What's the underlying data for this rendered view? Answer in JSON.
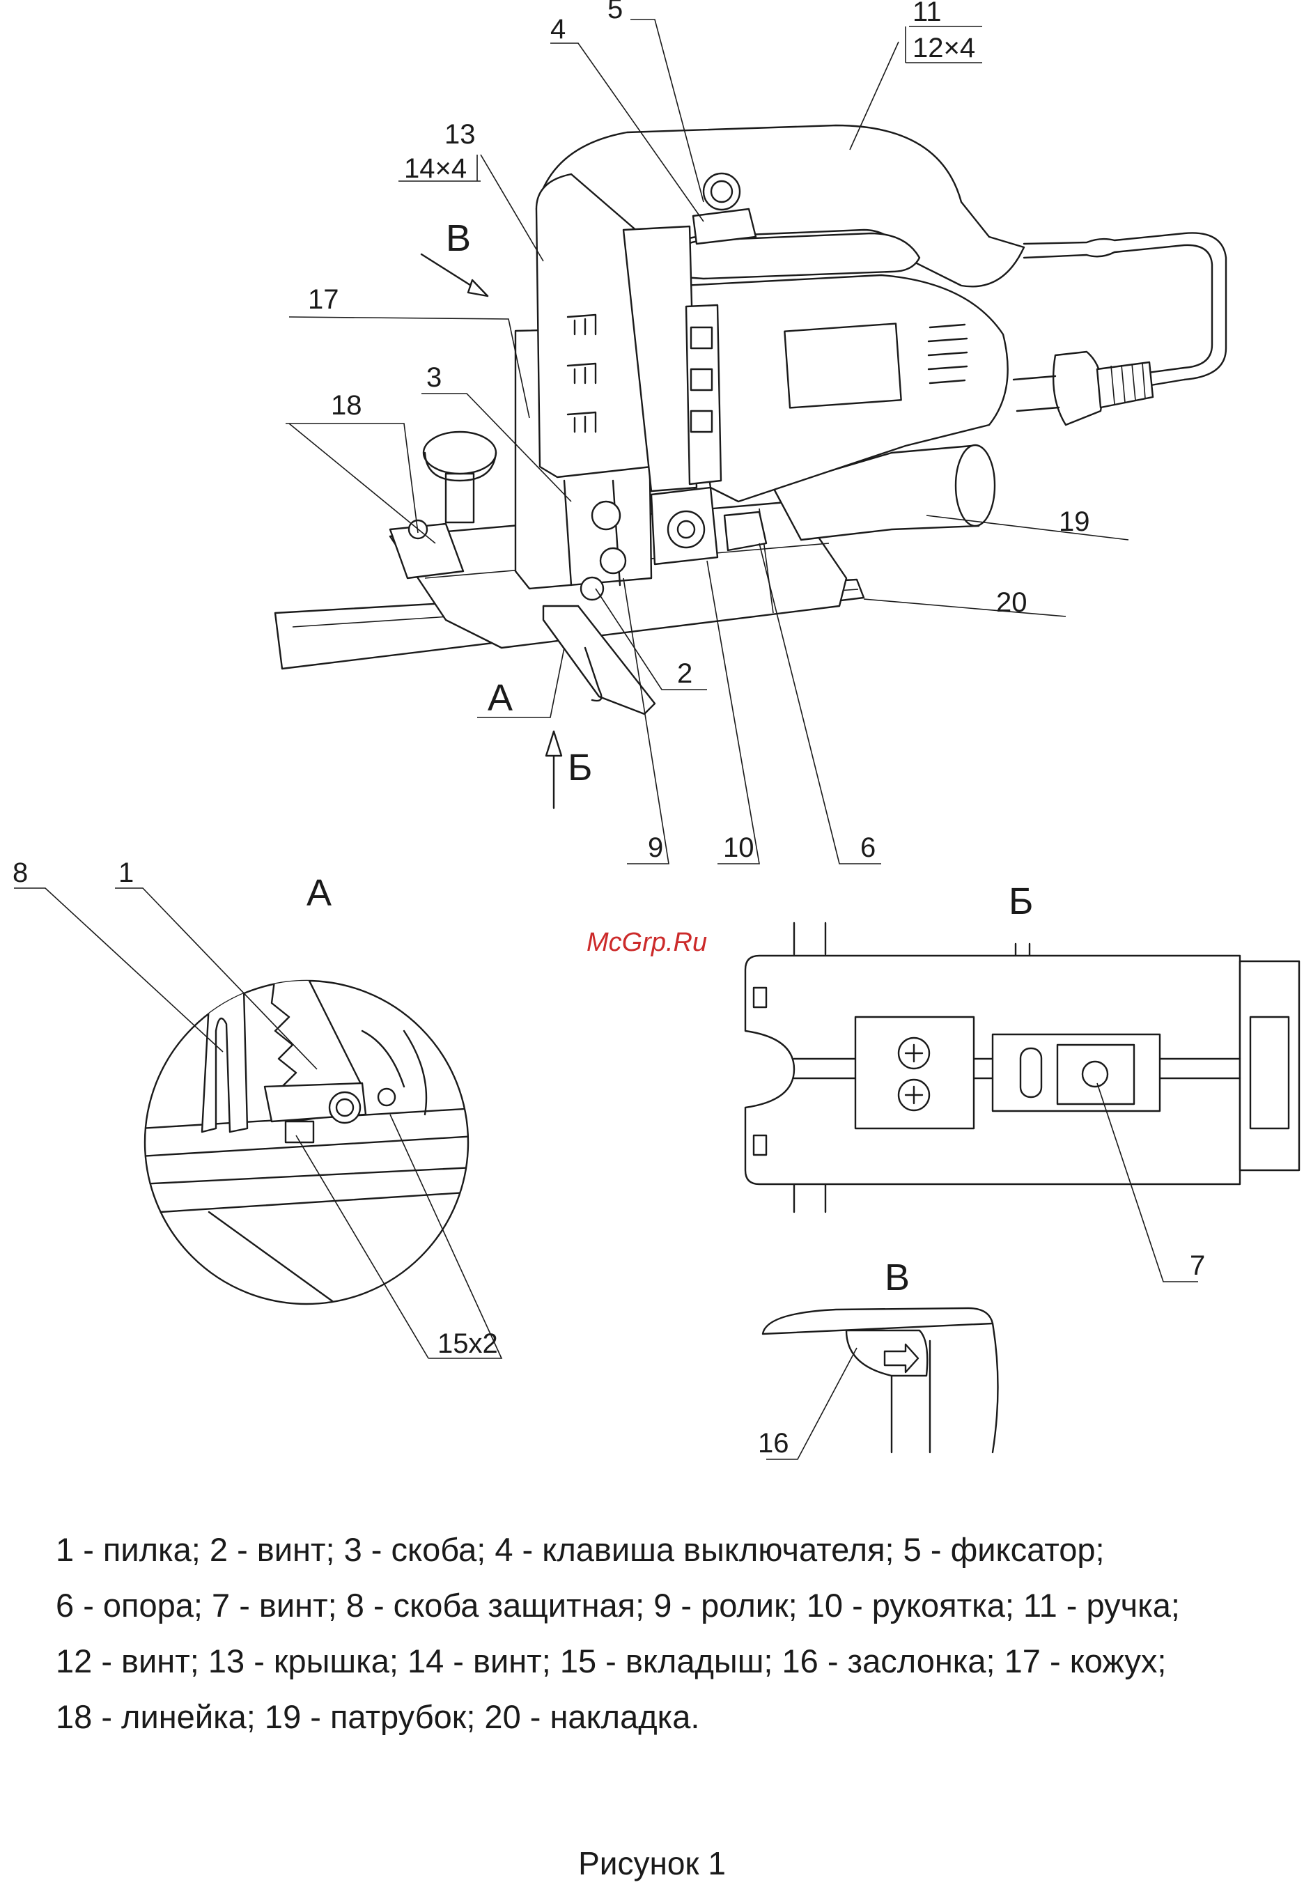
{
  "callouts": {
    "c1": "1",
    "c2": "2",
    "c3": "3",
    "c4": "4",
    "c5": "5",
    "c6": "6",
    "c7": "7",
    "c8": "8",
    "c9": "9",
    "c10": "10",
    "c11": "11",
    "c11b": "12×4",
    "c13": "13",
    "c13b": "14×4",
    "c15": "15х2",
    "c16": "16",
    "c17": "17",
    "c18": "18",
    "c19": "19",
    "c20": "20"
  },
  "views": {
    "a_arrow": "А",
    "b_arrow": "Б",
    "v_arrow": "В",
    "a_title": "А",
    "b_title": "Б",
    "v_title": "В"
  },
  "watermark": "McGrp.Ru",
  "legend": [
    "1 - пилка; 2 - винт; 3 - скоба; 4 - клавиша выключателя; 5 - фиксатор;",
    "6 - опора; 7 - винт; 8 - скоба защитная; 9 - ролик; 10 - рукоятка; 11 - ручка;",
    "12 - винт; 13 - крышка; 14 - винт; 15 - вкладыш; 16 - заслонка; 17 - кожух;",
    "18 - линейка; 19 - патрубок; 20 - накладка."
  ],
  "caption": "Рисунок 1"
}
